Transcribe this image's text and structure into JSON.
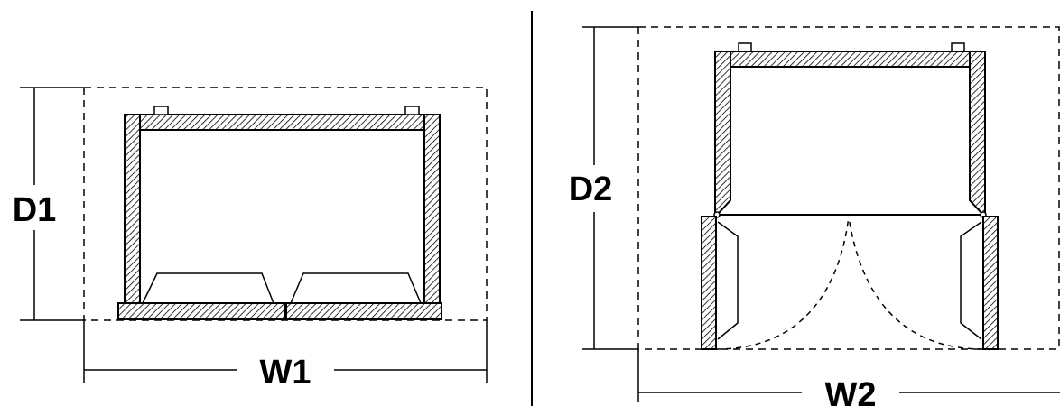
{
  "diagrams": [
    {
      "id": "closed",
      "depth_label": "D1",
      "width_label": "W1"
    },
    {
      "id": "open",
      "depth_label": "D2",
      "width_label": "W2"
    }
  ],
  "colors": {
    "line": "#000000",
    "background": "#ffffff"
  }
}
